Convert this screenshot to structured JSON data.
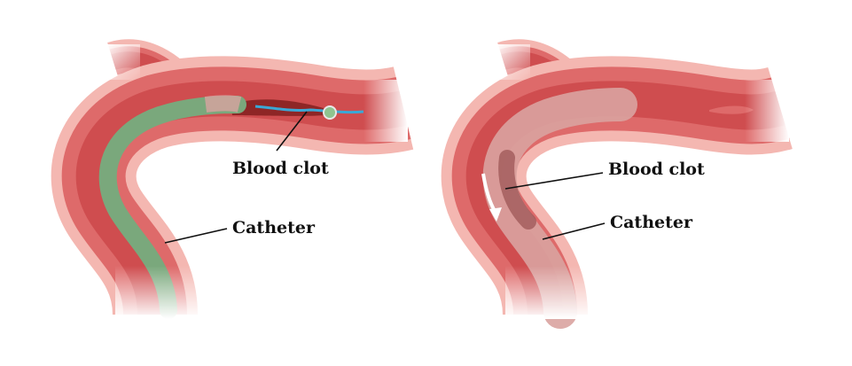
{
  "colors": {
    "vessel_outer": "#f4b7b1",
    "vessel_wall": "#de6a6a",
    "vessel_lumen": "#cf4d4f",
    "catheter_green": "#7aa87c",
    "catheter_translucent": "#d9a3a0",
    "clot_dark": "#8e2626",
    "wire_blue": "#3aa8d6",
    "arrow": "#ffffff",
    "text": "#111111"
  },
  "panels": [
    {
      "clot_label": "Blood clot",
      "catheter_label": "Catheter",
      "catheter_icon": "green-catheter-with-guidewire"
    },
    {
      "clot_label": "Blood clot",
      "catheter_label": "Catheter",
      "catheter_icon": "withdrawal-arrow-icon"
    }
  ]
}
